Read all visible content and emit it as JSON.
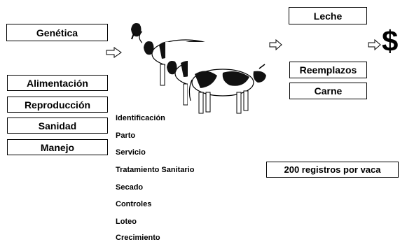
{
  "inputs": {
    "genetica": "Genética",
    "management": [
      "Alimentación",
      "Reproducción",
      "Sanidad",
      "Manejo"
    ]
  },
  "records": [
    "Identificación",
    "Parto",
    "Servicio",
    "Tratamiento Sanitario",
    "Secado",
    "Controles",
    "Loteo",
    "Crecimiento"
  ],
  "outputs": {
    "leche": "Leche",
    "reemplazos": "Reemplazos",
    "carne": "Carne",
    "dollar": "$"
  },
  "note": "200 registros por vaca"
}
